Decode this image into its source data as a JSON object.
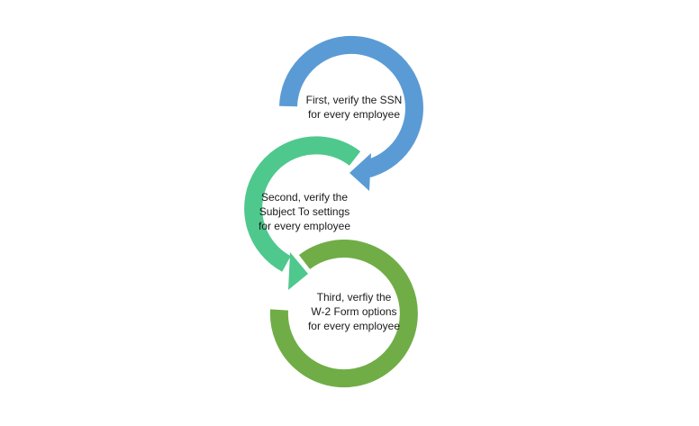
{
  "diagram": {
    "steps": [
      {
        "lines": [
          "First, verify the SSN",
          "for every employee"
        ],
        "color": "#5b9bd5"
      },
      {
        "lines": [
          "Second, verify the",
          "Subject To settings",
          "for every employee"
        ],
        "color": "#4fc88d"
      },
      {
        "lines": [
          "Third, verfiy the",
          "W-2 Form options",
          "for every employee"
        ],
        "color": "#70ad47"
      }
    ]
  }
}
